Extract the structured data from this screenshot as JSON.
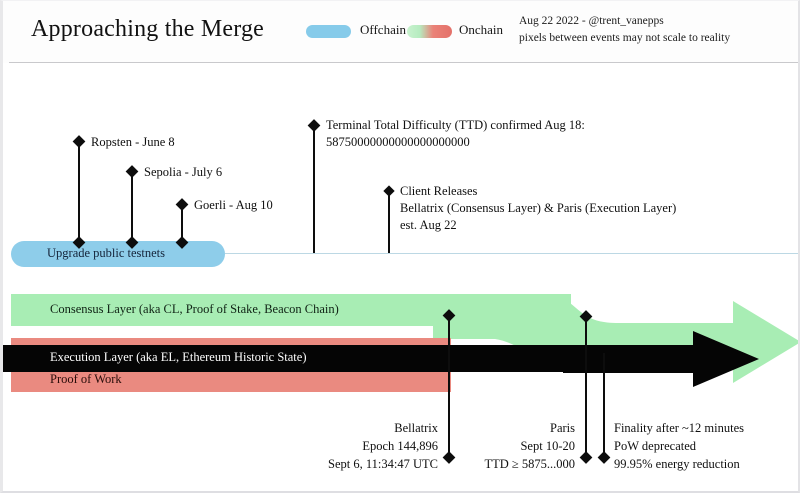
{
  "header": {
    "title": "Approaching the Merge",
    "legend": [
      {
        "name": "offchain",
        "label": "Offchain",
        "color": "#8ecdea"
      },
      {
        "name": "onchain",
        "label": "Onchain",
        "color_start": "#b6ecc0",
        "color_end": "#e4716a"
      }
    ],
    "meta_line1": "Aug 22 2022 - @trent_vanepps",
    "meta_line2": "pixels between events may not scale to reality"
  },
  "offchain": {
    "bar_label": "Upgrade public testnets",
    "events": [
      {
        "name": "ropsten",
        "label": "Ropsten - June 8"
      },
      {
        "name": "sepolia",
        "label": "Sepolia - July 6"
      },
      {
        "name": "goerli",
        "label": "Goerli - Aug 10"
      },
      {
        "name": "ttd",
        "line1": "Terminal Total Difficulty (TTD) confirmed Aug 18:",
        "line2": "58750000000000000000000"
      },
      {
        "name": "client-releases",
        "line1": "Client Releases",
        "line2": "Bellatrix (Consensus Layer) & Paris (Execution Layer)",
        "line3": "est. Aug 22"
      }
    ]
  },
  "onchain": {
    "consensus_layer_label": "Consensus Layer (aka CL, Proof of Stake, Beacon Chain)",
    "execution_layer_label": "Execution Layer (aka EL, Ethereum Historic State)",
    "proof_of_work_label": "Proof of Work",
    "events": [
      {
        "name": "bellatrix",
        "line1": "Bellatrix",
        "line2": "Epoch 144,896",
        "line3": "Sept 6, 11:34:47 UTC"
      },
      {
        "name": "paris",
        "line1": "Paris",
        "line2": "Sept 10-20",
        "line3": "TTD ≥ 5875...000"
      },
      {
        "name": "finality",
        "line1": "Finality after ~12 minutes",
        "line2": "PoW deprecated",
        "line3": "99.95% energy reduction"
      }
    ]
  },
  "colors": {
    "offchain_blue": "#8ecdea",
    "consensus_green": "#a8edb4",
    "pow_red": "#ea8a80",
    "execution_black": "#050505"
  }
}
